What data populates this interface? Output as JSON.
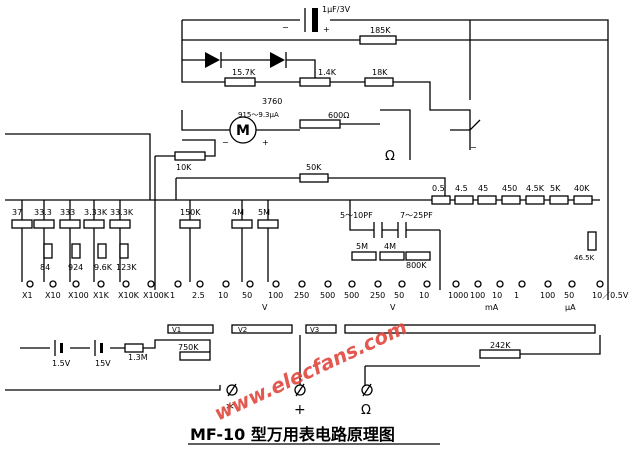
{
  "title": "MF-10 型万用表电路原理图",
  "watermark": "www.elecfans.com",
  "battery_cap": "1μF/3V",
  "resistors_top": {
    "r185k": "185K",
    "r15_7k": "15.7K",
    "r1_4k": "1.4K",
    "r18k": "18K",
    "r3760": "3760",
    "r600": "600Ω",
    "r10k": "10K",
    "r50k": "50K"
  },
  "meter": {
    "symbol": "M",
    "spec": "915～9.3μA"
  },
  "polarity": {
    "plus": "+",
    "minus": "−"
  },
  "ohm_mark": "Ω",
  "ladder_labels": [
    "37",
    "33.3",
    "333",
    "3.33K",
    "33.3K",
    "150K",
    "4M",
    "5M"
  ],
  "shunt_labels": [
    "0.5",
    "4.5",
    "45",
    "450",
    "4.5K",
    "5K",
    "40K"
  ],
  "ohm_lower": [
    "84",
    "924",
    "9.6K",
    "123K"
  ],
  "caps": {
    "c1": "5～10PF",
    "c2": "7～25PF"
  },
  "ac_res": [
    "5M",
    "4M",
    "800K"
  ],
  "r46_5k": "46.5K",
  "terminals": [
    "X1",
    "X10",
    "X100",
    "X1K",
    "X10K",
    "X100K",
    "1",
    "2.5",
    "10",
    "50",
    "100",
    "250",
    "500",
    "500",
    "250",
    "50",
    "10",
    "1000",
    "100",
    "10",
    "1",
    "100",
    "50",
    "10／0.5V"
  ],
  "groups": {
    "v": "V",
    "vac": "V",
    "ma": "mA",
    "ua": "μA"
  },
  "switches": [
    "V1",
    "V2",
    "V3"
  ],
  "lower": {
    "r750k": "750K",
    "r242k": "242K",
    "b1": "1.5V",
    "b2": "15V",
    "r1_3m": "1.3M"
  },
  "jacks": [
    "*",
    "+",
    "Ω"
  ]
}
